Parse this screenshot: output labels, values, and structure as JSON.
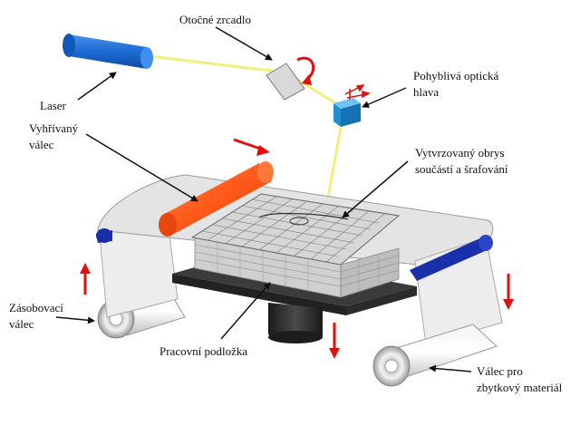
{
  "labels": {
    "mirror": "Otočné zrcadlo",
    "laser": "Laser",
    "optical_head_line1": "Pohyblivá optická",
    "optical_head_line2": "hlava",
    "heated_roller_line1": "Vyhřívaný",
    "heated_roller_line2": "válec",
    "outline_line1": "Vytvrzovaný obrys",
    "outline_line2": "součástí a šrafování",
    "supply_roller_line1": "Zásobovací",
    "supply_roller_line2": "válec",
    "work_plate": "Pracovní podložka",
    "waste_roller_line1": "Válec pro",
    "waste_roller_line2": "zbytkový materiál"
  },
  "colors": {
    "laser_body": "#1f6fd6",
    "laser_beam": "#f2f07a",
    "heated_roller": "#ff5a1a",
    "motion_arrows": "#e01010",
    "optical_head": "#1e8fd0",
    "sheet": "#e4e4e4",
    "guide_roller": "#1a2faa",
    "plate": "#2f2f2f"
  }
}
